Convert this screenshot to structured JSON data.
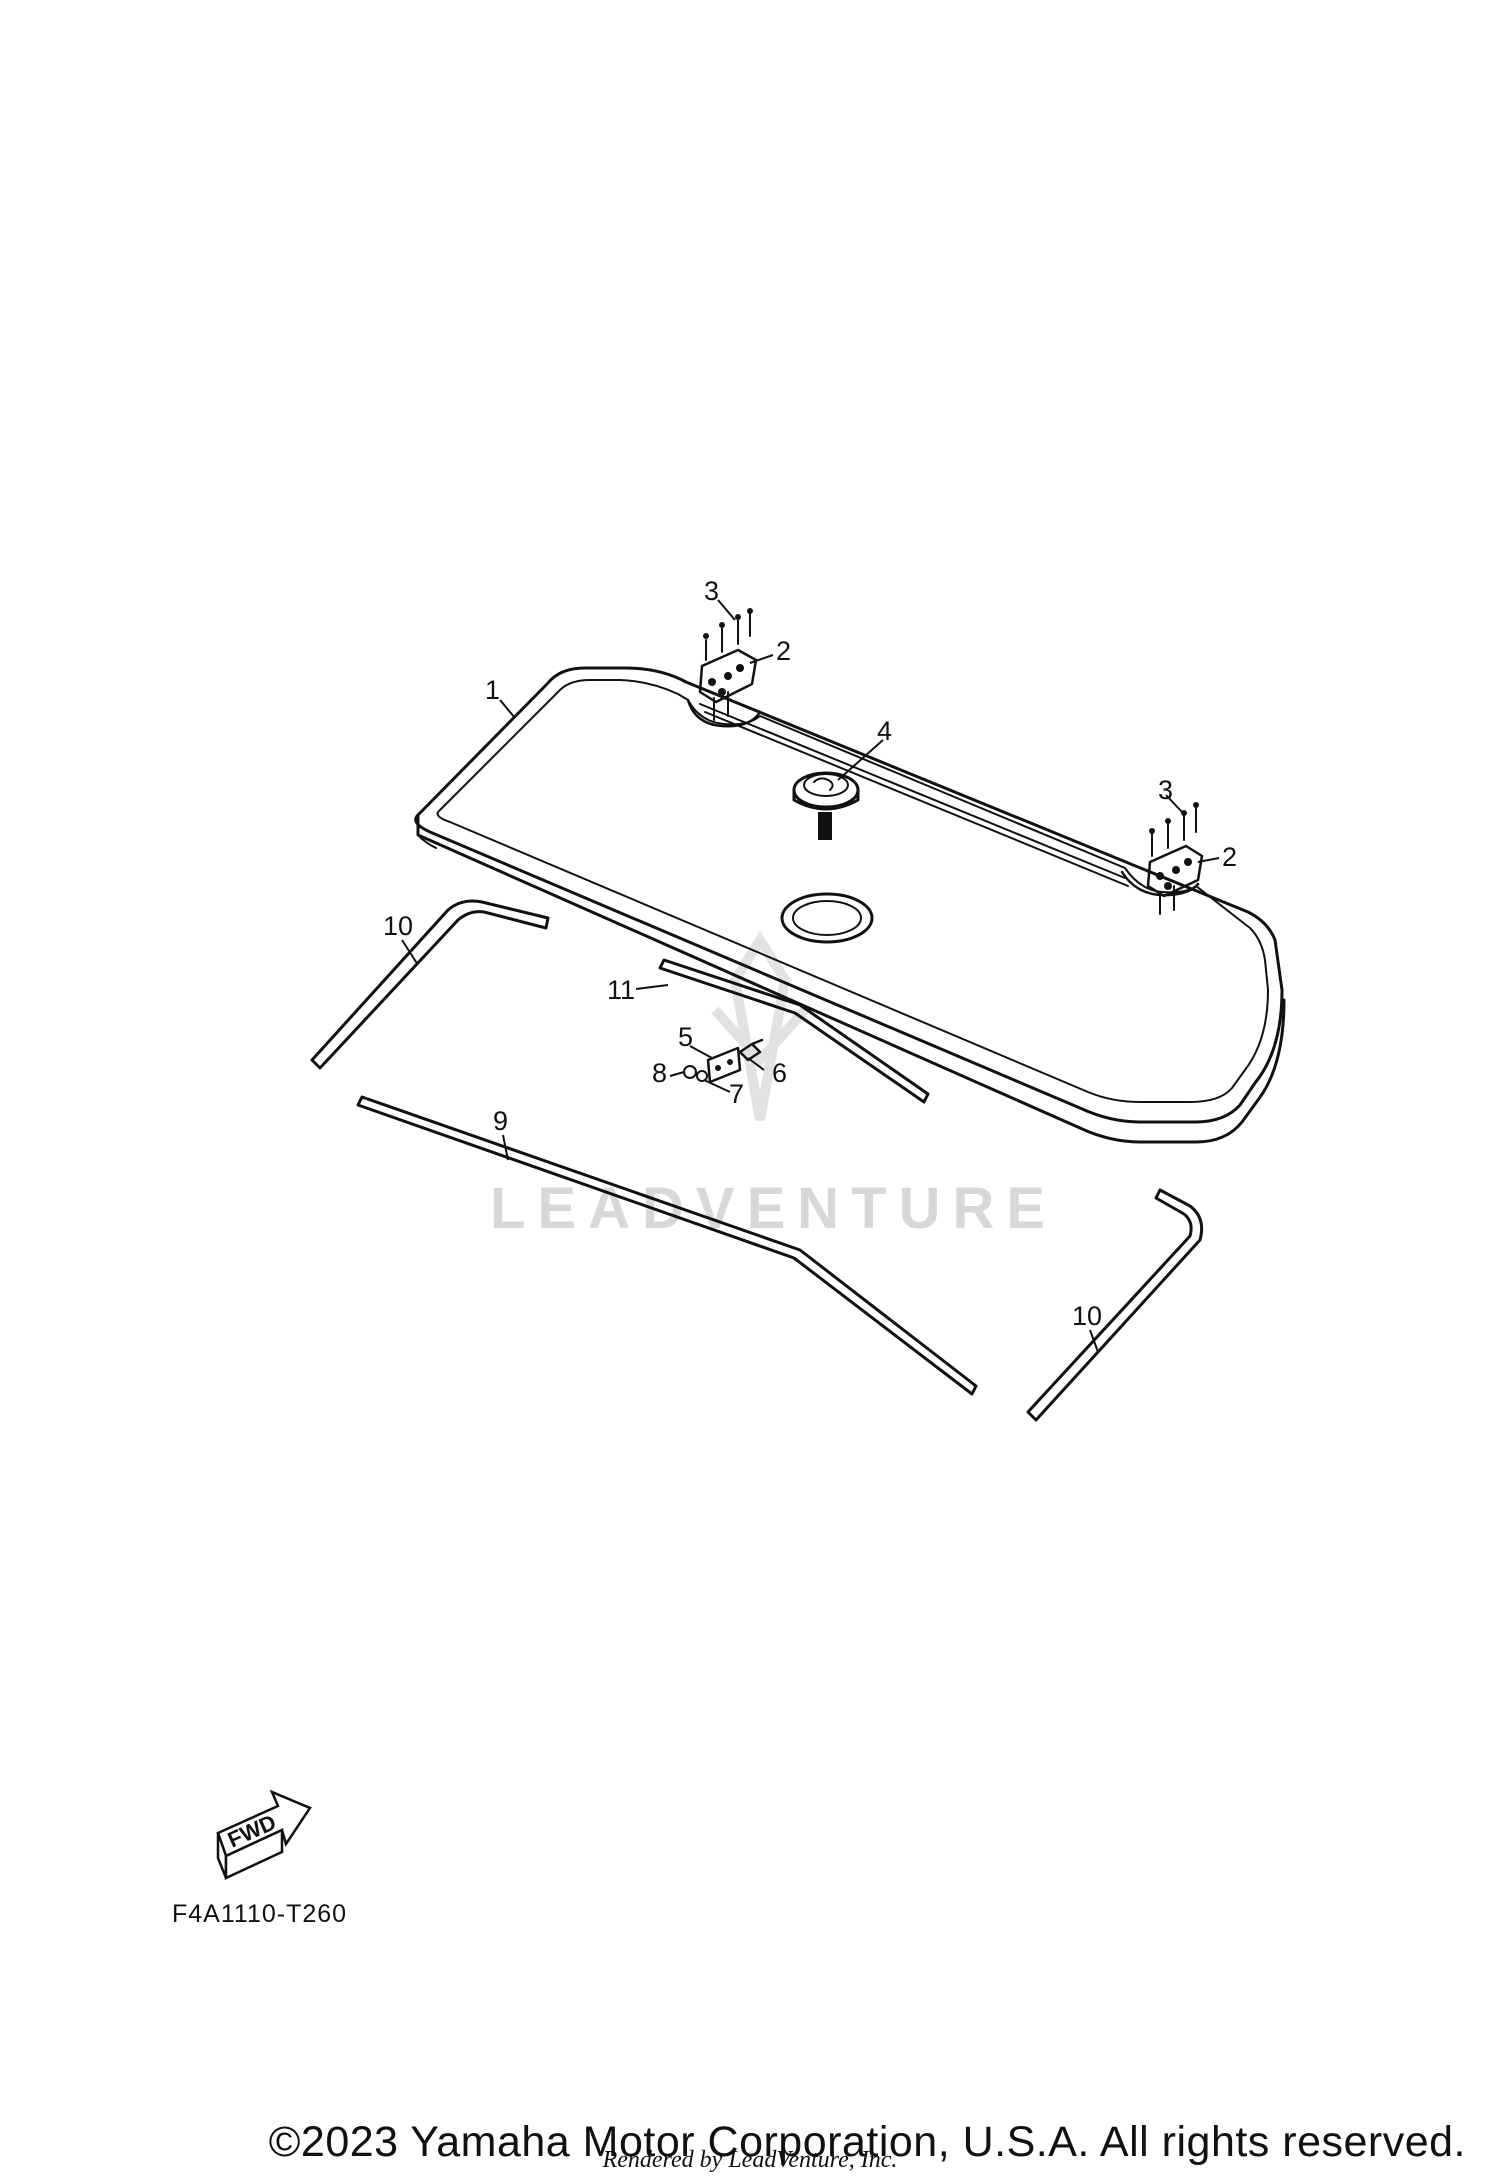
{
  "diagram": {
    "watermark": "LEADVENTURE",
    "fwd_label": "FWD",
    "drawing_code": "F4A1110-T260",
    "callouts": {
      "c1": "1",
      "c2a": "2",
      "c2b": "2",
      "c3a": "3",
      "c3b": "3",
      "c4": "4",
      "c5": "5",
      "c6": "6",
      "c7": "7",
      "c8": "8",
      "c9": "9",
      "c10a": "10",
      "c10b": "10",
      "c11": "11"
    }
  },
  "footer": {
    "copyright": "©2023 Yamaha Motor Corporation, U.S.A. All rights reserved.",
    "rendered_by": "Rendered by LeadVenture, Inc."
  }
}
